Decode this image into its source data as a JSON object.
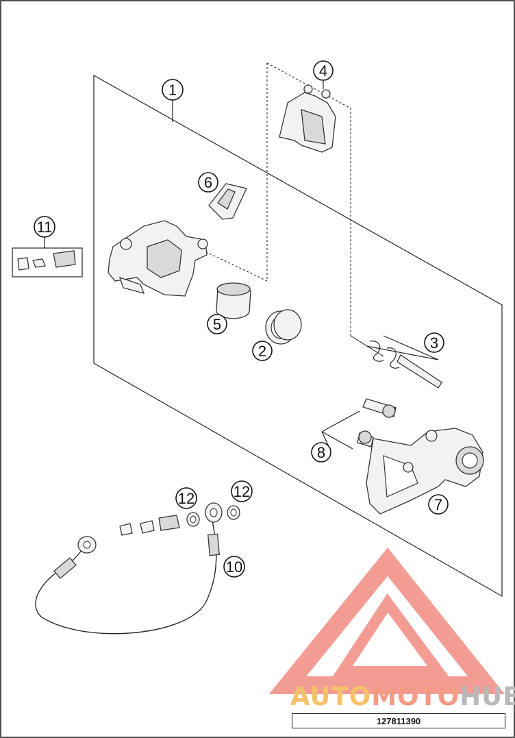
{
  "callouts": [
    "1",
    "2",
    "3",
    "4",
    "5",
    "6",
    "7",
    "8",
    "10",
    "11",
    "12",
    "12"
  ],
  "watermark": {
    "part1": "AUTO",
    "part2": "MOTO",
    "part3": "HUB"
  },
  "doc_number": "127811390",
  "colors": {
    "watermark_red": "#f28b82",
    "watermark_orange": "#f5c26b",
    "watermark_gray": "#b9b9b9"
  }
}
